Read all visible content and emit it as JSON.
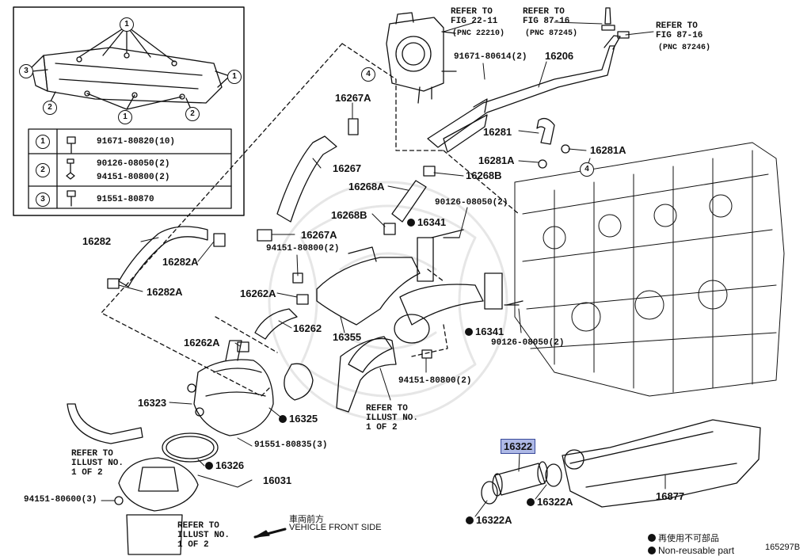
{
  "legend": {
    "callout_1": "1",
    "callout_2": "2",
    "callout_3": "3",
    "row1_num": "1",
    "row1_part": "91671-80820(10)",
    "row2_num": "2",
    "row2_part_a": "90126-08050(2)",
    "row2_part_b": "94151-80800(2)",
    "row3_num": "3",
    "row3_part": "91551-80870"
  },
  "refs": {
    "fig22": "REFER TO\nFIG 22-11",
    "fig22_pnc": "(PNC 22210)",
    "fig87a": "REFER TO\nFIG 87-16",
    "fig87a_pnc": "(PNC 87245)",
    "fig87b": "REFER TO\nFIG 87-16",
    "fig87b_pnc": "(PNC 87246)",
    "illust_center": "REFER TO\nILLUST NO.\n1 OF 2",
    "illust_left": "REFER TO\nILLUST NO.\n1 OF 2",
    "illust_bottom": "REFER TO\nILLUST NO.\n1 OF 2"
  },
  "callouts": {
    "c4_top": "4",
    "c4_right": "4"
  },
  "parts": {
    "p91671_80614": "91671-80614(2)",
    "p16206": "16206",
    "p16267A_top": "16267A",
    "p16281": "16281",
    "p16281A_right": "16281A",
    "p16281A_left": "16281A",
    "p16267": "16267",
    "p16268B": "16268B",
    "p16268A": "16268A",
    "p90126_top": "90126-08050(2)",
    "p16268B_b": "16268B",
    "p16341_top": "16341",
    "p16282": "16282",
    "p16267A_b": "16267A",
    "p16282A_a": "16282A",
    "p94151_top": "94151-80800(2)",
    "p16282A_b": "16282A",
    "p16262A_a": "16262A",
    "p16262": "16262",
    "p16355": "16355",
    "p16341_mid": "16341",
    "p90126_mid": "90126-08050(2)",
    "p16262A_b": "16262A",
    "p94151_mid": "94151-80800(2)",
    "p16323": "16323",
    "p16325": "16325",
    "p91551_80835": "91551-80835(3)",
    "p16322": "16322",
    "p16326": "16326",
    "p16031": "16031",
    "p94151_80600": "94151-80600(3)",
    "p16322A_a": "16322A",
    "p16322A_b": "16322A",
    "p16877": "16877"
  },
  "front": {
    "jp": "車両前方",
    "en": "VEHICLE FRONT SIDE"
  },
  "footer": {
    "nonreuse_jp": "再使用不可部品",
    "nonreuse_en": "Non-reusable part",
    "code": "165297B"
  },
  "colors": {
    "line": "#111111",
    "highlight_bg": "#aeb9e6",
    "watermark": "#e9e9e9"
  }
}
